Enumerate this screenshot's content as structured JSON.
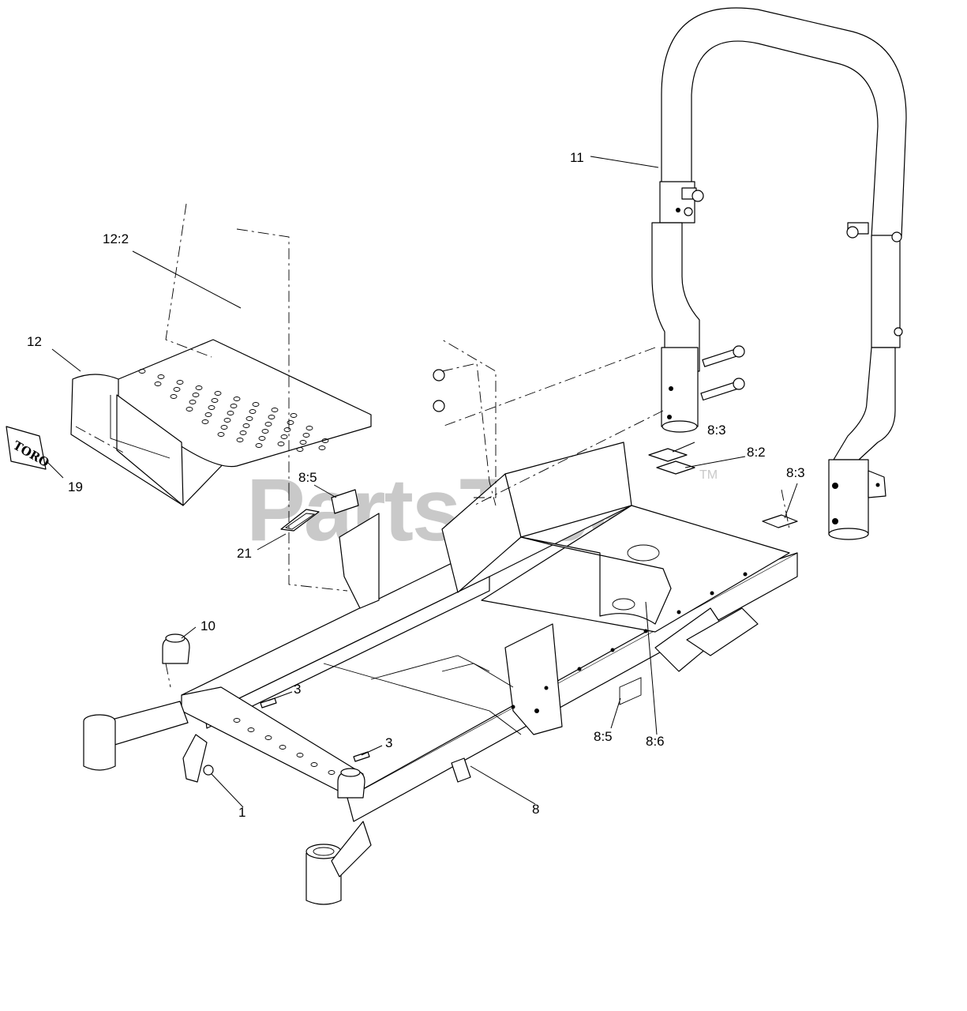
{
  "watermark": {
    "text": "PartsTree",
    "trademark": "TM"
  },
  "logo": {
    "text": "TORO"
  },
  "callouts": {
    "c12_2": "12:2",
    "c12": "12",
    "c19": "19",
    "c11": "11",
    "c8_3a": "8:3",
    "c8_2": "8:2",
    "c8_3b": "8:3",
    "c8_5a": "8:5",
    "c21": "21",
    "c10": "10",
    "c3a": "3",
    "c3b": "3",
    "c1": "1",
    "c8_5b": "8:5",
    "c8_6": "8:6",
    "c8": "8"
  }
}
